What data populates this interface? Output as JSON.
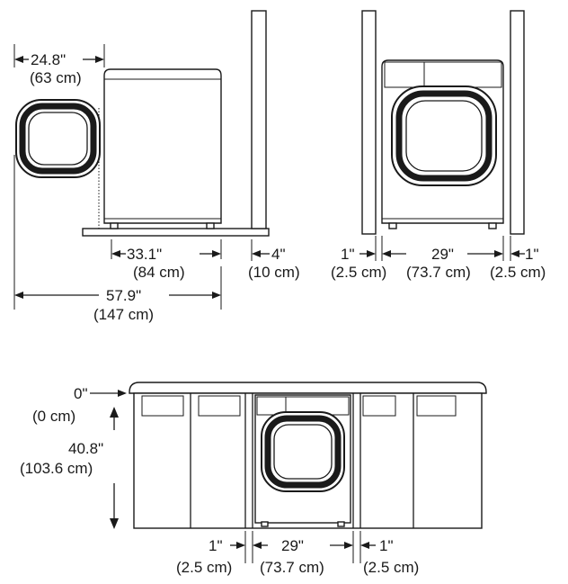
{
  "side_view": {
    "door_swing": {
      "imperial": "24.8\"",
      "metric": "(63 cm)"
    },
    "depth": {
      "imperial": "33.1\"",
      "metric": "(84 cm)"
    },
    "rear_gap": {
      "imperial": "4\"",
      "metric": "(10 cm)"
    },
    "total_depth": {
      "imperial": "57.9\"",
      "metric": "(147 cm)"
    }
  },
  "front_view": {
    "left_gap": {
      "imperial": "1\"",
      "metric": "(2.5 cm)"
    },
    "width": {
      "imperial": "29\"",
      "metric": "(73.7 cm)"
    },
    "right_gap": {
      "imperial": "1\"",
      "metric": "(2.5 cm)"
    }
  },
  "undercounter_view": {
    "top_clearance": {
      "imperial": "0\"",
      "metric": "(0 cm)"
    },
    "height": {
      "imperial": "40.8\"",
      "metric": "(103.6 cm)"
    },
    "left_gap": {
      "imperial": "1\"",
      "metric": "(2.5 cm)"
    },
    "width": {
      "imperial": "29\"",
      "metric": "(73.7 cm)"
    },
    "right_gap": {
      "imperial": "1\"",
      "metric": "(2.5 cm)"
    }
  }
}
